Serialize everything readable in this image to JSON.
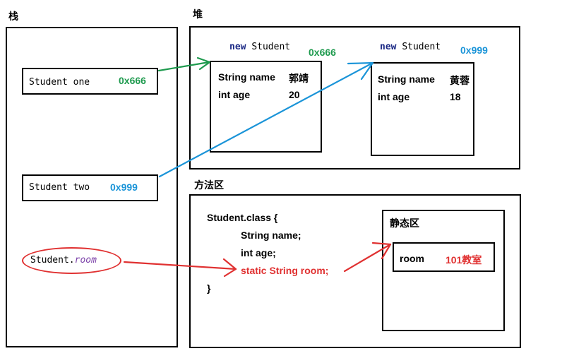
{
  "stack": {
    "title": "栈",
    "var_one_label": "Student one",
    "var_one_addr": "0x666",
    "var_two_label": "Student two",
    "var_two_addr": "0x999",
    "static_ref_class": "Student.",
    "static_ref_field": "room"
  },
  "heap": {
    "title": "堆",
    "obj1": {
      "header_kw": "new",
      "header_type": "Student",
      "addr": "0x666",
      "field1_name": "String name",
      "field1_value": "郭靖",
      "field2_name": "int age",
      "field2_value": "20"
    },
    "obj2": {
      "header_kw": "new",
      "header_type": "Student",
      "addr": "0x999",
      "field1_name": "String name",
      "field1_value": "黄蓉",
      "field2_name": "int age",
      "field2_value": "18"
    }
  },
  "method_area": {
    "title": "方法区",
    "class_open": "Student.class {",
    "line1": "String name;",
    "line2": "int age;",
    "line3": "static String room;",
    "class_close": "}",
    "static_area": {
      "title": "静态区",
      "field_name": "room",
      "field_value": "101教室"
    }
  },
  "colors": {
    "green": "#1e9a4e",
    "blue": "#1a94d8",
    "red": "#e03131",
    "navy": "#1c2a86"
  }
}
